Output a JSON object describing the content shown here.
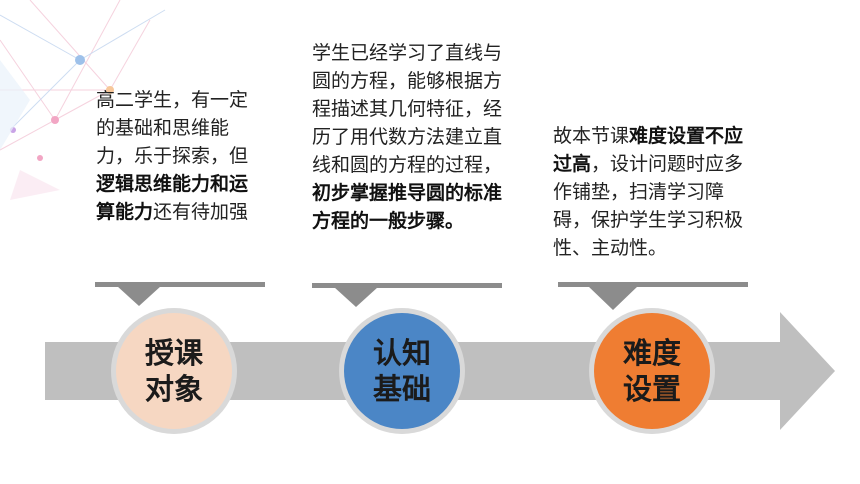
{
  "colors": {
    "arrow": "#bfbfbf",
    "pointer": "#8c8c8c",
    "circle_left": "#f6d7c2",
    "circle_middle": "#4b86c6",
    "circle_right": "#ef7d32"
  },
  "column1": {
    "parts": [
      "高二学生，有一定的基础和思维能力，乐于探索，但",
      "逻辑思维能力和运算能力",
      "还有待加强"
    ]
  },
  "column2": {
    "parts": [
      "学生已经学习了直线与圆的方程，能够根据方程描述其几何特征，经历了用代数方法建立直线和圆的方程的过程，",
      "初步掌握推导圆的标准方程的一般步骤。"
    ]
  },
  "column3": {
    "parts": [
      "故本节课",
      "难度设置不应过高",
      "，设计问题时应多作铺垫，扫清学习障碍，保护学生学习积极性、主动性。"
    ]
  },
  "circles": [
    {
      "line1": "授课",
      "line2": "对象"
    },
    {
      "line1": "认知",
      "line2": "基础"
    },
    {
      "line1": "难度",
      "line2": "设置"
    }
  ]
}
